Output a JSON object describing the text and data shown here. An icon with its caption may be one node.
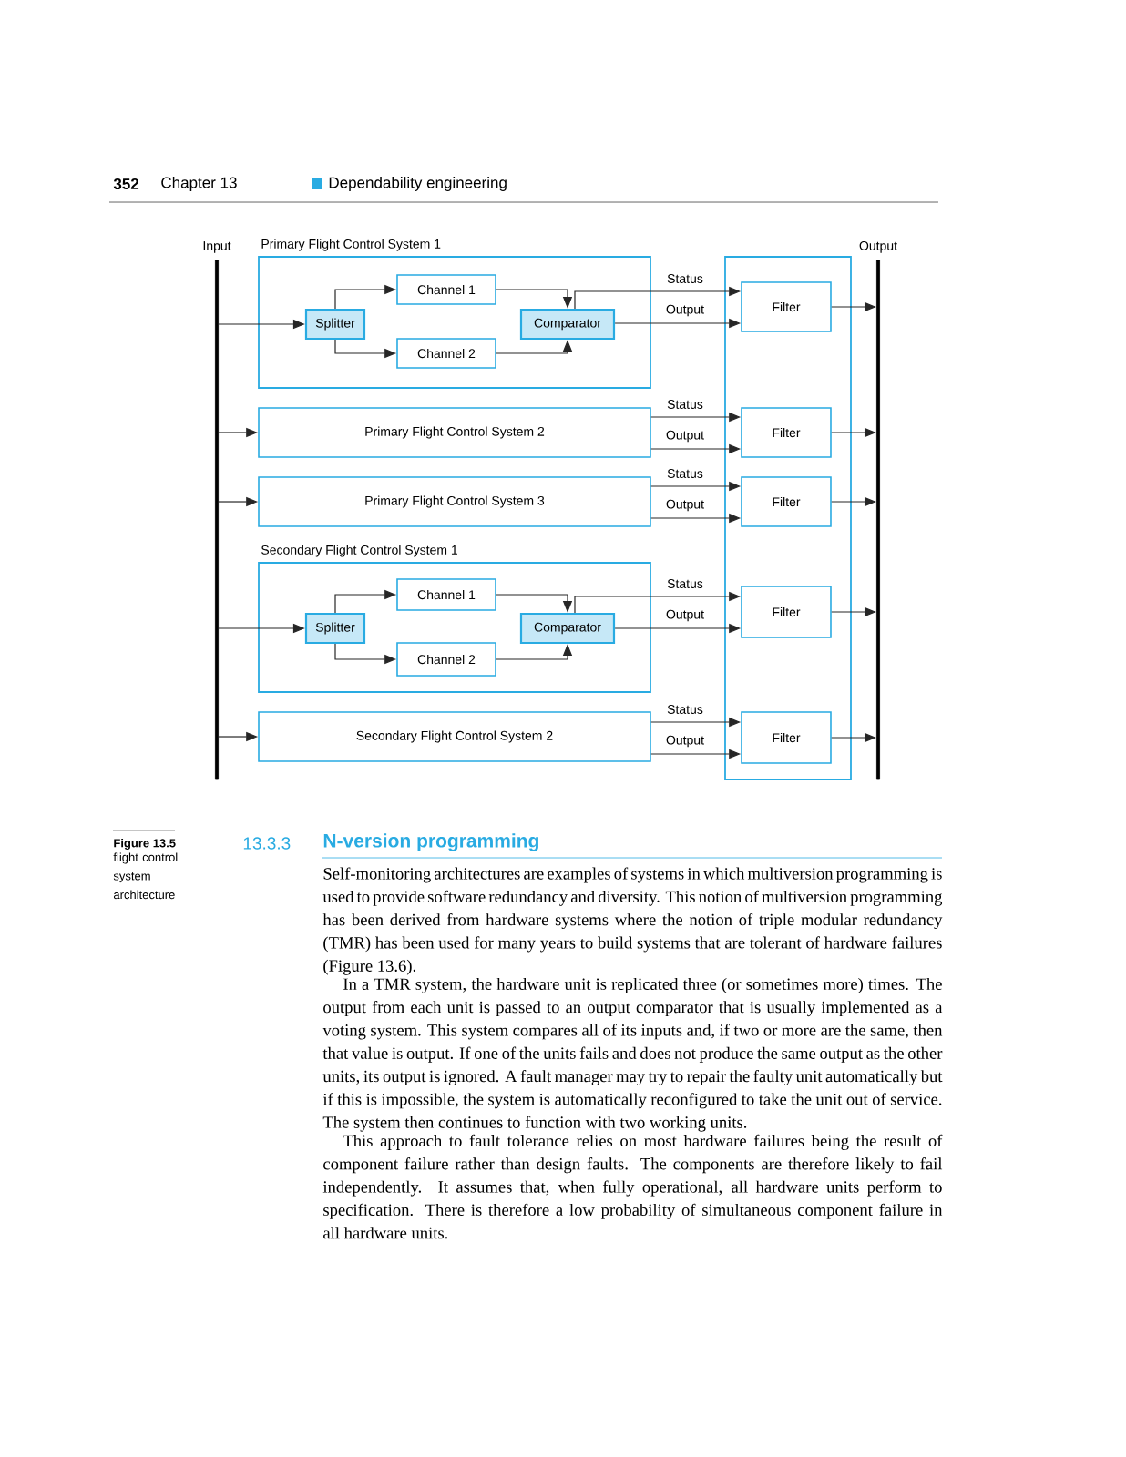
{
  "diagram": {
    "caption": "flight control system architecture",
    "nodes": [
      {
        "text": [
          "Input"
        ]
      },
      {
        "text": [
          "Output"
        ]
      },
      {
        "text": [
          "Primary Flight Control System 1"
        ]
      },
      {
        "text": [
          "Splitter"
        ],
        "in": 2
      },
      {
        "text": [
          "Channel 1"
        ],
        "in": 2
      },
      {
        "text": [
          "Channel 2"
        ],
        "in": 2
      },
      {
        "text": [
          "Comparator"
        ],
        "in": 2
      },
      {
        "text": [
          "Primary Flight Control System 2"
        ]
      },
      {
        "text": [
          "Primary Flight Control System 3"
        ]
      },
      {
        "text": [
          "Secondary Flight Control System 1"
        ]
      },
      {
        "text": [
          "Splitter"
        ],
        "in": 9
      },
      {
        "text": [
          "Channel 1"
        ],
        "in": 9
      },
      {
        "text": [
          "Channel 2"
        ],
        "in": 9
      },
      {
        "text": [
          "Comparator"
        ],
        "in": 9
      },
      {
        "text": [
          "Secondary Flight Control System 2"
        ]
      },
      {
        "text": [],
        "shape": "box"
      },
      {
        "text": [
          "Filter"
        ],
        "in": 15
      },
      {
        "text": [
          "Filter"
        ],
        "in": 15
      },
      {
        "text": [
          "Filter"
        ],
        "in": 15
      },
      {
        "text": [
          "Filter"
        ],
        "in": 15
      },
      {
        "text": [
          "Filter"
        ],
        "in": 15
      }
    ],
    "edges": [
      {
        "from": 0,
        "to": 3,
        "arrow": "to"
      },
      {
        "from": 3,
        "to": 4,
        "arrow": "to"
      },
      {
        "from": 3,
        "to": 5,
        "arrow": "to"
      },
      {
        "from": 4,
        "to": 6,
        "arrow": "to"
      },
      {
        "from": 5,
        "to": 6,
        "arrow": "to"
      },
      {
        "from": 6,
        "to": 16,
        "label": "Status",
        "arrow": "to"
      },
      {
        "from": 6,
        "to": 16,
        "label": "Output",
        "arrow": "to"
      },
      {
        "from": 16,
        "to": 1,
        "arrow": "to"
      },
      {
        "from": 0,
        "to": 7,
        "arrow": "to"
      },
      {
        "from": 7,
        "to": 17,
        "label": "Status",
        "arrow": "to"
      },
      {
        "from": 7,
        "to": 17,
        "label": "Output",
        "arrow": "to"
      },
      {
        "from": 17,
        "to": 1,
        "arrow": "to"
      },
      {
        "from": 0,
        "to": 8,
        "arrow": "to"
      },
      {
        "from": 8,
        "to": 18,
        "label": "Status",
        "arrow": "to"
      },
      {
        "from": 8,
        "to": 18,
        "label": "Output",
        "arrow": "to"
      },
      {
        "from": 18,
        "to": 1,
        "arrow": "to"
      },
      {
        "from": 0,
        "to": 10,
        "arrow": "to"
      },
      {
        "from": 10,
        "to": 11,
        "arrow": "to"
      },
      {
        "from": 10,
        "to": 12,
        "arrow": "to"
      },
      {
        "from": 11,
        "to": 13,
        "arrow": "to"
      },
      {
        "from": 12,
        "to": 13,
        "arrow": "to"
      },
      {
        "from": 13,
        "to": 19,
        "label": "Status",
        "arrow": "to"
      },
      {
        "from": 13,
        "to": 19,
        "label": "Output",
        "arrow": "to"
      },
      {
        "from": 19,
        "to": 1,
        "arrow": "to"
      },
      {
        "from": 0,
        "to": 14,
        "arrow": "to"
      },
      {
        "from": 14,
        "to": 20,
        "label": "Status",
        "arrow": "to"
      },
      {
        "from": 14,
        "to": 20,
        "label": "Output",
        "arrow": "to"
      },
      {
        "from": 20,
        "to": 1,
        "arrow": "to"
      }
    ],
    "labels": [
      "352",
      "Chapter 13",
      "Dependability engineering",
      "Figure 13.5",
      "13.3.3",
      "N-version programming",
      "Self-monitoring architectures are examples of systems in which multiversion programming is used to provide software redundancy and diversity. This notion of multiversion programming has been derived from hardware systems where the notion of triple modular redundancy (TMR) has been used for many years to build systems that are tolerant of hardware failures (Figure 13.6).",
      "In a TMR system, the hardware unit is replicated three (or sometimes more) times. The output from each unit is passed to an output comparator that is usually implemented as a voting system. This system compares all of its inputs and, if two or more are the same, then that value is output. If one of the units fails and does not produce the same output as the other units, its output is ignored. A fault manager may try to repair the faulty unit automatically but if this is impossible, the system is automatically reconfigured to take the unit out of service. The system then continues to function with two working units.",
      "This approach to fault tolerance relies on most hardware failures being the result of component failure rather than design faults. The components are therefore likely to fail independently. It assumes that, when fully operational, all hardware units perform to specification. There is therefore a low probability of simultaneous component failure in all hardware units."
    ]
  }
}
